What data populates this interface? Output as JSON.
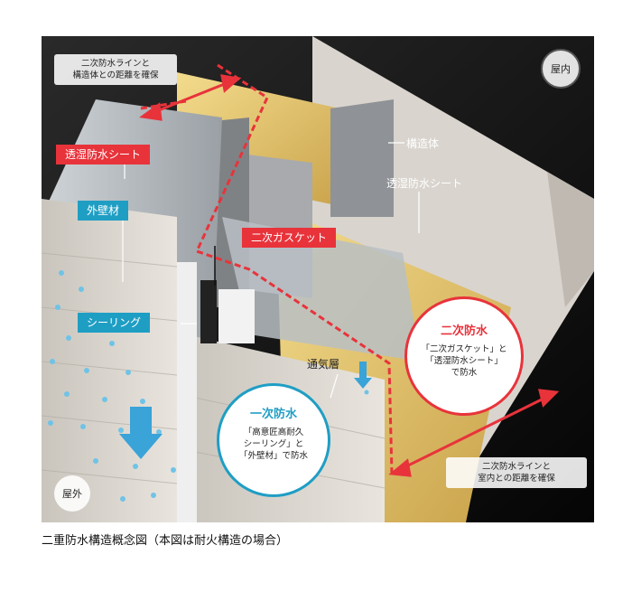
{
  "labels": {
    "indoor": "屋内",
    "outdoor": "屋外",
    "structure": "構造体",
    "membrane_right": "透湿防水シート",
    "ventilation": "通気層"
  },
  "tags": {
    "membrane": "透湿防水シート",
    "siding": "外壁材",
    "gasket": "二次ガスケット",
    "sealing": "シーリング"
  },
  "notes": {
    "top_line1": "二次防水ラインと",
    "top_line2": "構造体との距離を確保",
    "bottom_line1": "二次防水ラインと",
    "bottom_line2": "室内との距離を確保"
  },
  "secondary": {
    "title": "二次防水",
    "line1": "「二次ガスケット」と",
    "line2": "「透湿防水シート」",
    "line3": "で防水"
  },
  "primary": {
    "title": "一次防水",
    "line1": "「高意匠高耐久",
    "line2": "シーリング」と",
    "line3": "「外壁材」で防水"
  },
  "caption": "二重防水構造概念図（本図は耐火構造の場合）",
  "colors": {
    "red": "#e8333b",
    "teal": "#1f9ec4",
    "insulation": "#e9cf7a",
    "board": "#d9d4ce"
  }
}
